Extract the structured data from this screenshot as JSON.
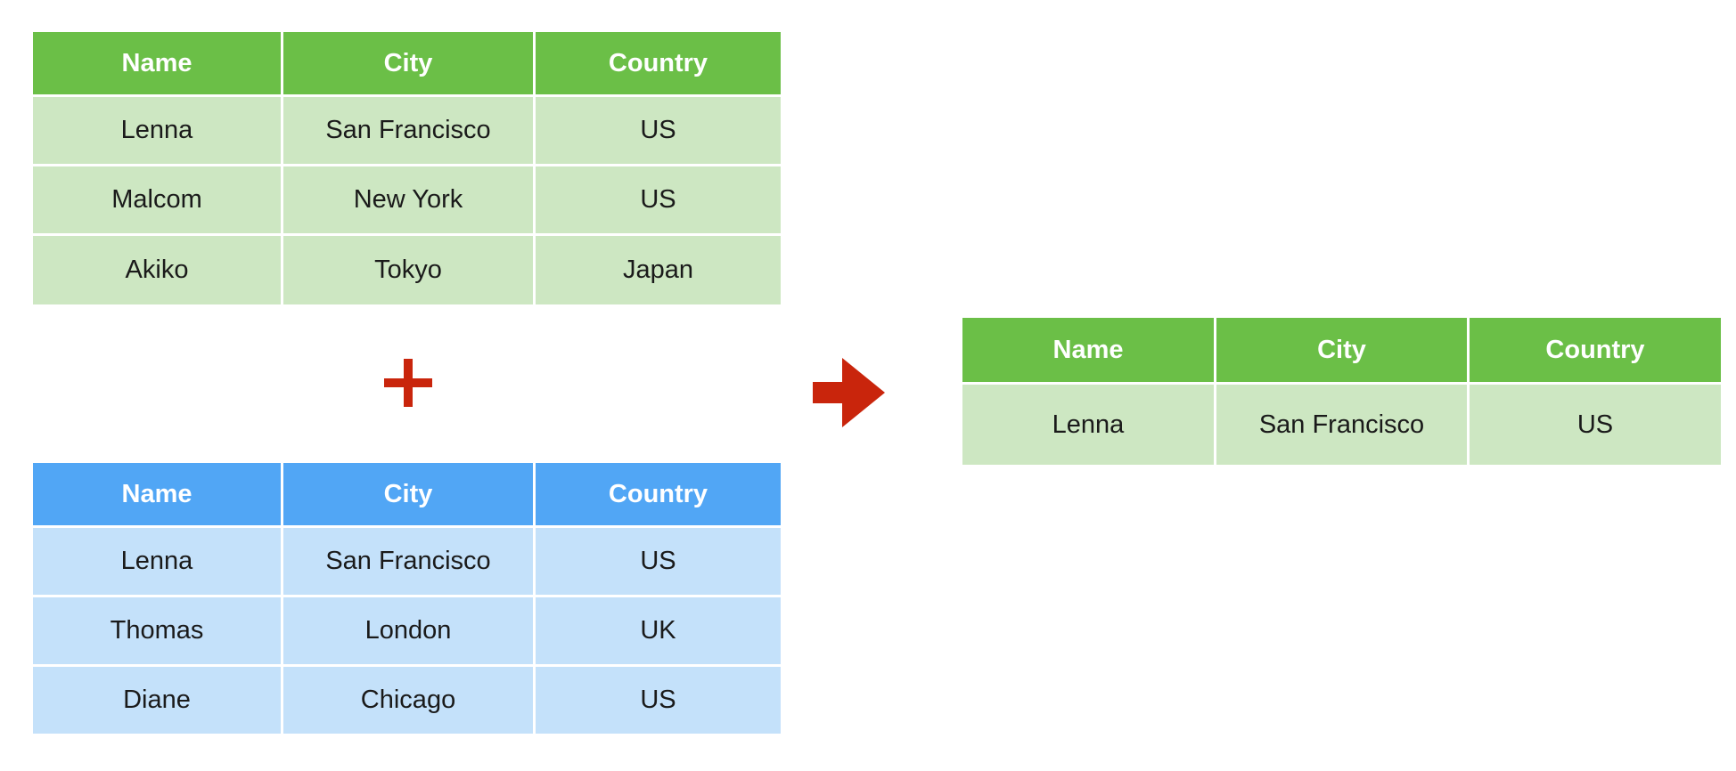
{
  "colors": {
    "green_header": "#6bbf47",
    "green_row_fill": "#cde7c2",
    "blue_header": "#51a6f5",
    "blue_row_fill": "#c4e1fa",
    "operator_red": "#c9250c",
    "header_text": "#ffffff",
    "cell_text": "#1a1a1a",
    "background": "#ffffff"
  },
  "icons": {
    "plus": "plus-icon",
    "arrow": "arrow-right-icon"
  },
  "table_top_green": {
    "columns": [
      "Name",
      "City",
      "Country"
    ],
    "rows": [
      [
        "Lenna",
        "San Francisco",
        "US"
      ],
      [
        "Malcom",
        "New York",
        "US"
      ],
      [
        "Akiko",
        "Tokyo",
        "Japan"
      ]
    ]
  },
  "table_bottom_blue": {
    "columns": [
      "Name",
      "City",
      "Country"
    ],
    "rows": [
      [
        "Lenna",
        "San Francisco",
        "US"
      ],
      [
        "Thomas",
        "London",
        "UK"
      ],
      [
        "Diane",
        "Chicago",
        "US"
      ]
    ]
  },
  "table_result_green": {
    "columns": [
      "Name",
      "City",
      "Country"
    ],
    "rows": [
      [
        "Lenna",
        "San Francisco",
        "US"
      ]
    ]
  }
}
